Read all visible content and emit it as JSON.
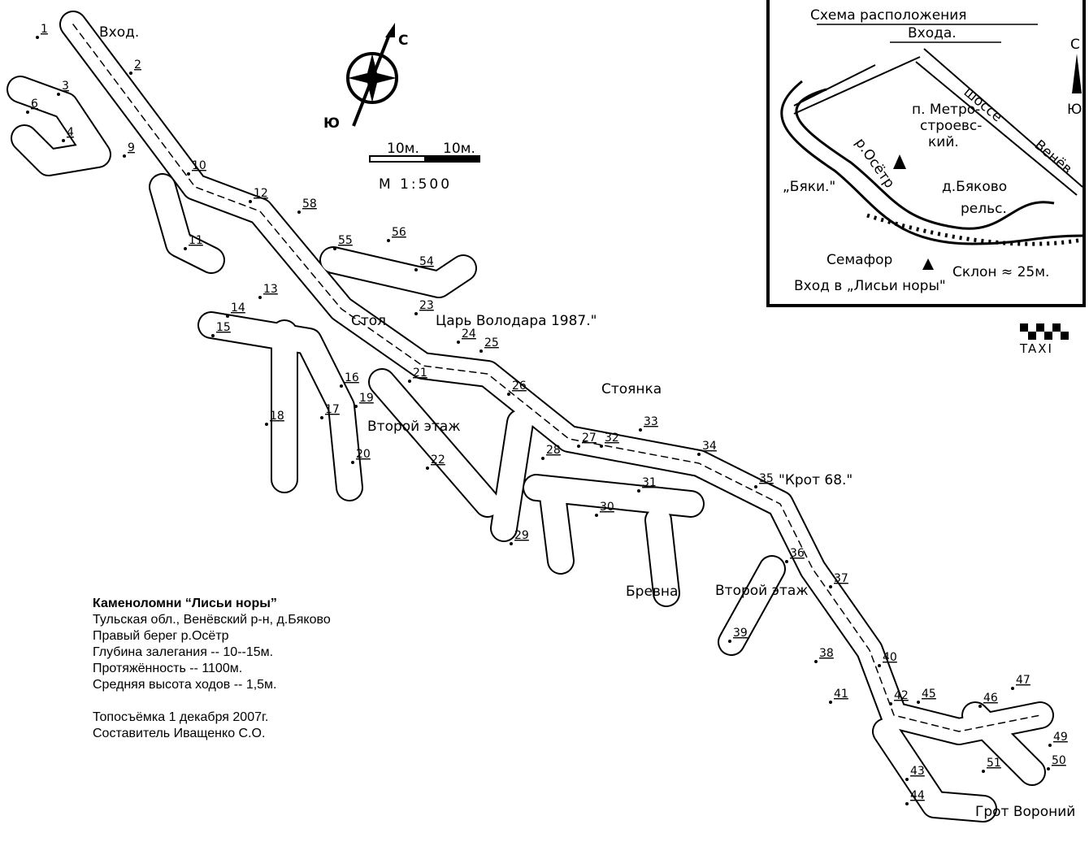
{
  "map": {
    "entrance_label": "Вход.",
    "compass": {
      "north": "С",
      "south": "Ю"
    },
    "scale": {
      "left": "10м.",
      "right": "10м.",
      "ratio": "М 1:500"
    },
    "points": [
      "1",
      "2",
      "3",
      "4",
      "6",
      "9",
      "10",
      "11",
      "12",
      "13",
      "14",
      "15",
      "16",
      "17",
      "18",
      "19",
      "20",
      "21",
      "22",
      "23",
      "24",
      "25",
      "26",
      "27",
      "28",
      "29",
      "30",
      "31",
      "32",
      "33",
      "34",
      "35",
      "36",
      "37",
      "38",
      "39",
      "40",
      "41",
      "42",
      "43",
      "44",
      "45",
      "46",
      "47",
      "49",
      "50",
      "51",
      "54",
      "55",
      "56",
      "58"
    ],
    "labels": {
      "table": "Стол",
      "tsar": "Царь Володара 1987.\"",
      "camp": "Стоянка",
      "second_floor_1": "Второй этаж",
      "mole": "\"Крот 68.\"",
      "logs": "Бревна",
      "second_floor_2": "Второй этаж",
      "grotto": "Грот Вороний"
    }
  },
  "legend": {
    "title": "Каменоломни “Лисьи норы”",
    "lines": [
      "Тульская обл., Венёвский р-н, д.Бяково",
      "Правый берег р.Осётр",
      "Глубина залегания -- 10--15м.",
      "Протяжённость -- 1100м.",
      "Средняя высота ходов -- 1,5м."
    ],
    "survey": "Топосъёмка 1 декабря 2007г.",
    "author": "Составитель Иващенко С.О."
  },
  "inset": {
    "title_1": "Схема расположения",
    "title_2": "Входа.",
    "north": "С",
    "south": "Ю",
    "village_1": "п. Метро-",
    "village_2": "строевс-",
    "village_3": "кий.",
    "highway_1": "шоссе",
    "highway_2": "Венёв",
    "river": "р.Осётр",
    "byaki": "„Бяки.\"",
    "byakovo": "д.Бяково",
    "rails": "рельс.",
    "semaphore": "Семафор",
    "slope": "Склон ≈ 25м.",
    "entrance": "Вход в „Лисьи норы\""
  },
  "taxi": "TAXI"
}
